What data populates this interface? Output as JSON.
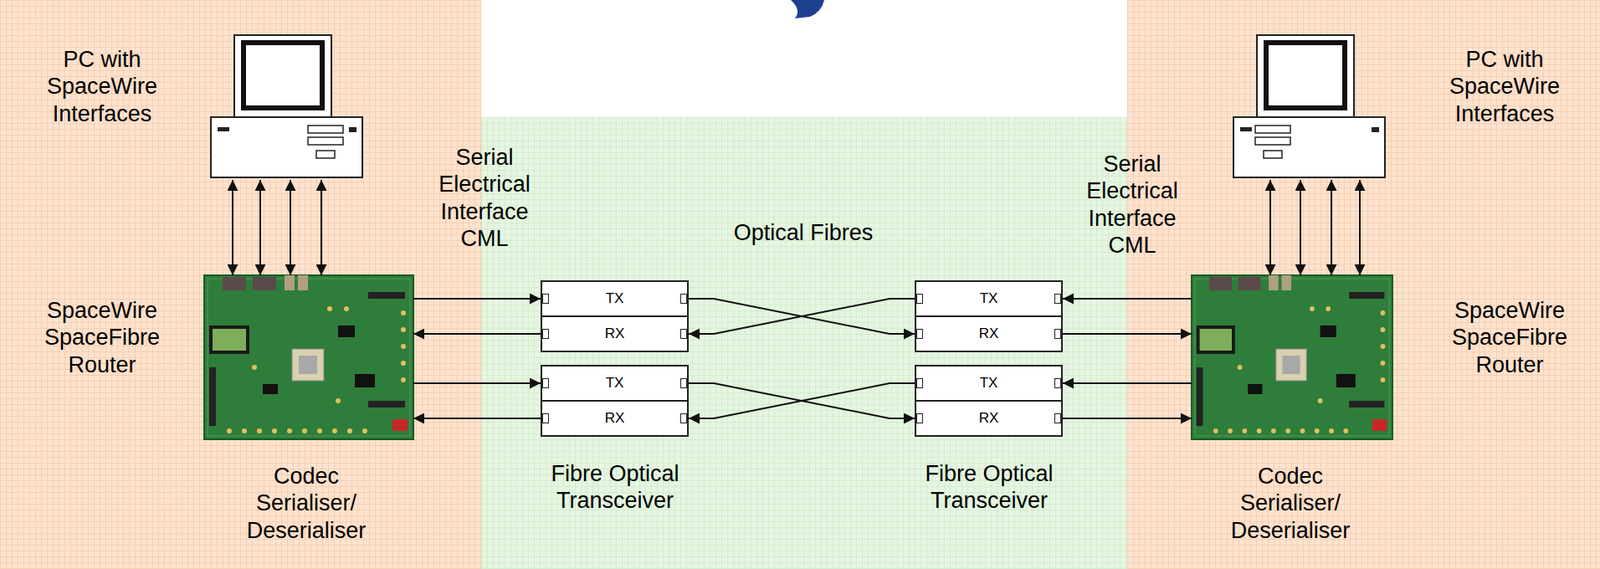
{
  "diagram": {
    "nodes": [
      {
        "text": [
          "PC with SpaceWire Interfaces"
        ]
      },
      {
        "text": [
          "PC with SpaceWire Interfaces"
        ]
      },
      {
        "text": [
          "SpaceWire SpaceFibre Router",
          "Codec Serialiser/ Deserialiser"
        ]
      },
      {
        "text": [
          "TX"
        ]
      },
      {
        "text": [
          "RX"
        ]
      },
      {
        "text": [
          "TX"
        ]
      },
      {
        "text": [
          "RX"
        ]
      },
      {
        "text": [
          "TX"
        ]
      },
      {
        "text": [
          "RX"
        ]
      },
      {
        "text": [
          "TX"
        ]
      },
      {
        "text": [
          "RX"
        ]
      },
      {
        "text": [
          "SpaceWire SpaceFibre Router",
          "Codec Serialiser/ Deserialiser"
        ]
      }
    ],
    "edges": [
      {
        "from": 0,
        "to": 2,
        "arrow": "both"
      },
      {
        "from": 0,
        "to": 2,
        "arrow": "both"
      },
      {
        "from": 0,
        "to": 2,
        "arrow": "both"
      },
      {
        "from": 0,
        "to": 2,
        "arrow": "both"
      },
      {
        "from": 1,
        "to": 11,
        "arrow": "both"
      },
      {
        "from": 1,
        "to": 11,
        "arrow": "both"
      },
      {
        "from": 1,
        "to": 11,
        "arrow": "both"
      },
      {
        "from": 1,
        "to": 11,
        "arrow": "both"
      },
      {
        "from": 2,
        "to": 3,
        "arrow": "to"
      },
      {
        "from": 4,
        "to": 2,
        "arrow": "to"
      },
      {
        "from": 2,
        "to": 5,
        "arrow": "to"
      },
      {
        "from": 6,
        "to": 2,
        "arrow": "to"
      },
      {
        "from": 3,
        "to": 8,
        "arrow": "to"
      },
      {
        "from": 7,
        "to": 4,
        "arrow": "to"
      },
      {
        "from": 5,
        "to": 10,
        "arrow": "to"
      },
      {
        "from": 9,
        "to": 6,
        "arrow": "to"
      },
      {
        "from": 11,
        "to": 7,
        "arrow": "to"
      },
      {
        "from": 8,
        "to": 11,
        "arrow": "to"
      },
      {
        "from": 11,
        "to": 9,
        "arrow": "to"
      },
      {
        "from": 10,
        "to": 11,
        "arrow": "to"
      }
    ],
    "labels": [
      "Serial Electrical Interface CML",
      "Optical Fibres",
      "Serial Electrical Interface CML",
      "Fibre Optical Transceiver",
      "Fibre Optical Transceiver"
    ]
  }
}
